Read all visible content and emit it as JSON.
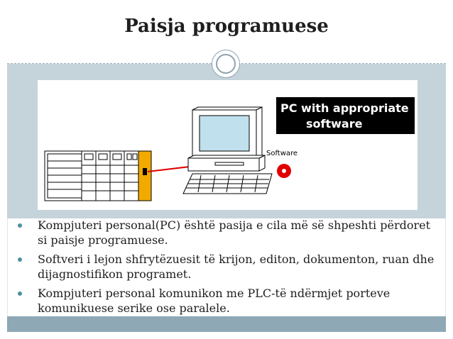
{
  "slide": {
    "title": "Paisja programuese",
    "diagram": {
      "pc_label_line1": "PC with appropriate",
      "pc_label_line2": "software",
      "software_label": "Software"
    },
    "bullets": [
      "Kompjuteri personal(PC) është pasija e cila më së shpeshti përdoret si paisje programuese.",
      "Softveri i lejon shfrytëzuesit të krijon, editon, dokumenton, ruan dhe dijagnostifikon programet.",
      "Kompjuteri personal komunikon me PLC-të ndërmjet porteve komunikuese serike ose paralele."
    ],
    "colors": {
      "band": "#c5d3da",
      "footer": "#8ea8b5",
      "bullet": "#4f8fa5",
      "cable": "#e00000",
      "plc_slot": "#f2a900"
    }
  }
}
